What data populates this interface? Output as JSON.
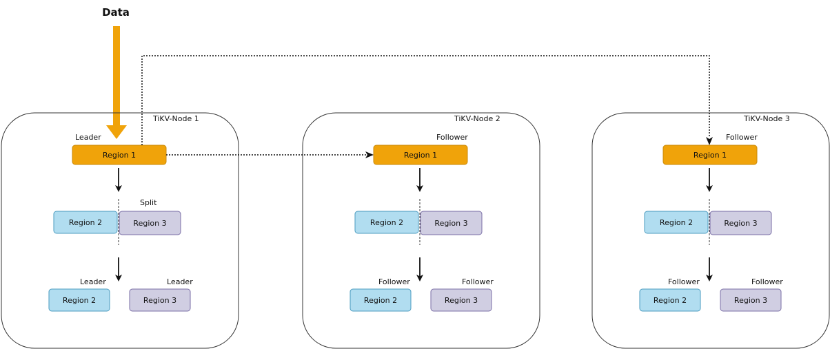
{
  "title": "Data",
  "colors": {
    "region1_fill": "#f0a30a",
    "region1_stroke": "#c98a0a",
    "region2_fill": "#b1ddf0",
    "region2_stroke": "#4a9bbf",
    "region3_fill": "#d0cee2",
    "region3_stroke": "#7a6ea6",
    "data_arrow": "#f0a30a"
  },
  "nodes": [
    {
      "name": "TiKV-Node 1",
      "region1": {
        "label": "Region 1",
        "role": "Leader"
      },
      "split_label": "Split",
      "split": [
        {
          "label": "Region 2"
        },
        {
          "label": "Region 3"
        }
      ],
      "final": [
        {
          "label": "Region 2",
          "role": "Leader"
        },
        {
          "label": "Region 3",
          "role": "Leader"
        }
      ]
    },
    {
      "name": "TiKV-Node 2",
      "region1": {
        "label": "Region 1",
        "role": "Follower"
      },
      "split_label": "",
      "split": [
        {
          "label": "Region 2"
        },
        {
          "label": "Region 3"
        }
      ],
      "final": [
        {
          "label": "Region 2",
          "role": "Follower"
        },
        {
          "label": "Region 3",
          "role": "Follower"
        }
      ]
    },
    {
      "name": "TiKV-Node 3",
      "region1": {
        "label": "Region 1",
        "role": "Follower"
      },
      "split_label": "",
      "split": [
        {
          "label": "Region 2"
        },
        {
          "label": "Region 3"
        }
      ],
      "final": [
        {
          "label": "Region 2",
          "role": "Follower"
        },
        {
          "label": "Region 3",
          "role": "Follower"
        }
      ]
    }
  ]
}
